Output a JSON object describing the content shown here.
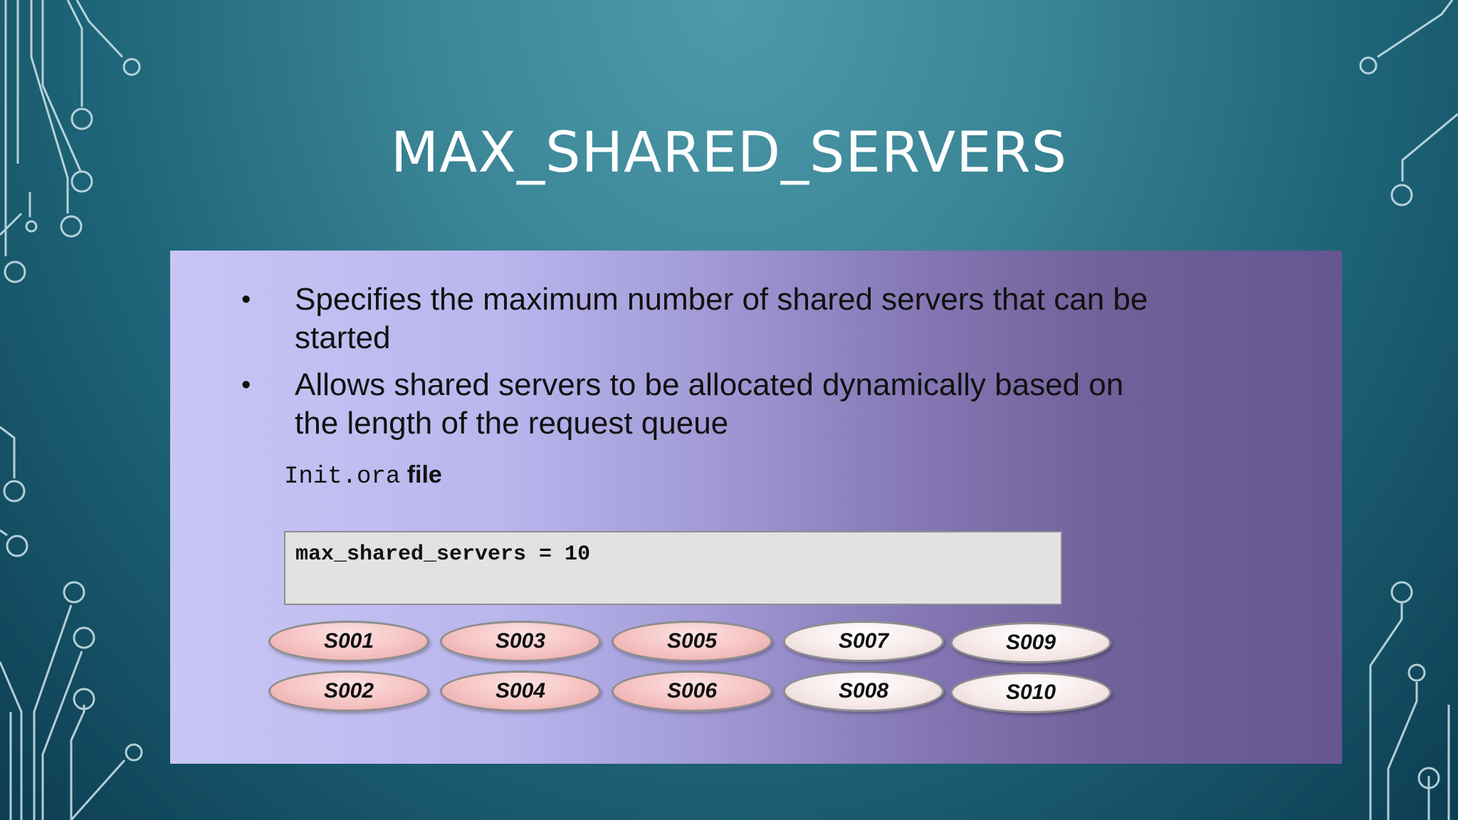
{
  "slide": {
    "title": "MAX_SHARED_SERVERS",
    "bullets": [
      {
        "symbol": "•",
        "text": "Specifies the maximum number of shared servers that can be started"
      },
      {
        "symbol": "•",
        "text": "Allows shared servers to be allocated dynamically based on the length of the request queue"
      }
    ],
    "file_label": {
      "filename": "Init.ora",
      "word": "file"
    },
    "code": "max_shared_servers = 10",
    "servers": [
      "S001",
      "S002",
      "S003",
      "S004",
      "S005",
      "S006",
      "S007",
      "S008",
      "S009",
      "S010"
    ]
  },
  "colors": {
    "background": "#2f7b8e",
    "panel_left": "#c8c6f4",
    "panel_right": "#665692",
    "server_active": "#f6c3c3",
    "server_idle": "#f7eaea",
    "code_box": "#e2e2e2"
  }
}
